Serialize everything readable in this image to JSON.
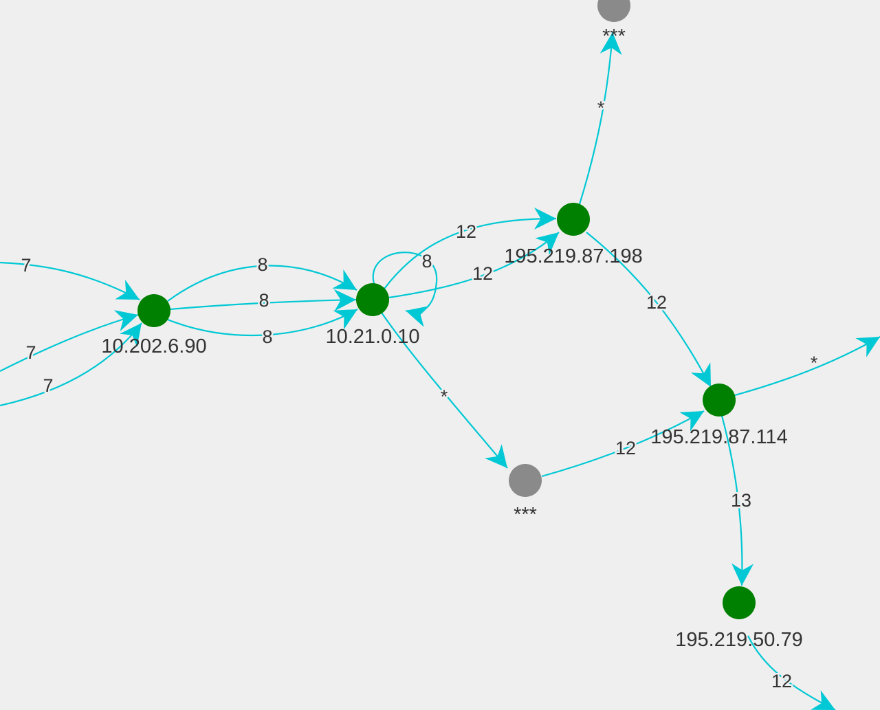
{
  "colors": {
    "background": "#efefef",
    "edge": "#00c8d4",
    "node_known": "#008000",
    "node_unknown": "#8a8a8a",
    "text": "#333333"
  },
  "nodes": [
    {
      "id": "n_top",
      "label": "***",
      "status": "unknown"
    },
    {
      "id": "n_10_202",
      "label": "10.202.6.90",
      "status": "known"
    },
    {
      "id": "n_10_21",
      "label": "10.21.0.10",
      "status": "known"
    },
    {
      "id": "n_195_198",
      "label": "195.219.87.198",
      "status": "known"
    },
    {
      "id": "n_mid",
      "label": "***",
      "status": "unknown"
    },
    {
      "id": "n_195_114",
      "label": "195.219.87.114",
      "status": "known"
    },
    {
      "id": "n_195_50",
      "label": "195.219.50.79",
      "status": "known"
    }
  ],
  "edges": [
    {
      "id": "e_in_a",
      "label": "7"
    },
    {
      "id": "e_in_b",
      "label": "7"
    },
    {
      "id": "e_in_c",
      "label": "7"
    },
    {
      "id": "e_hop_a",
      "label": "8"
    },
    {
      "id": "e_hop_b",
      "label": "8"
    },
    {
      "id": "e_hop_c",
      "label": "8"
    },
    {
      "id": "e_loop",
      "label": "8"
    },
    {
      "id": "e_up_a",
      "label": "12"
    },
    {
      "id": "e_up_b",
      "label": "12"
    },
    {
      "id": "e_star_top",
      "label": "*"
    },
    {
      "id": "e_198_114",
      "label": "12"
    },
    {
      "id": "e_star_mid",
      "label": "*"
    },
    {
      "id": "e_mid_114",
      "label": "12"
    },
    {
      "id": "e_star_out",
      "label": "*"
    },
    {
      "id": "e_114_50",
      "label": "13"
    },
    {
      "id": "e_50_out",
      "label": "12"
    }
  ]
}
